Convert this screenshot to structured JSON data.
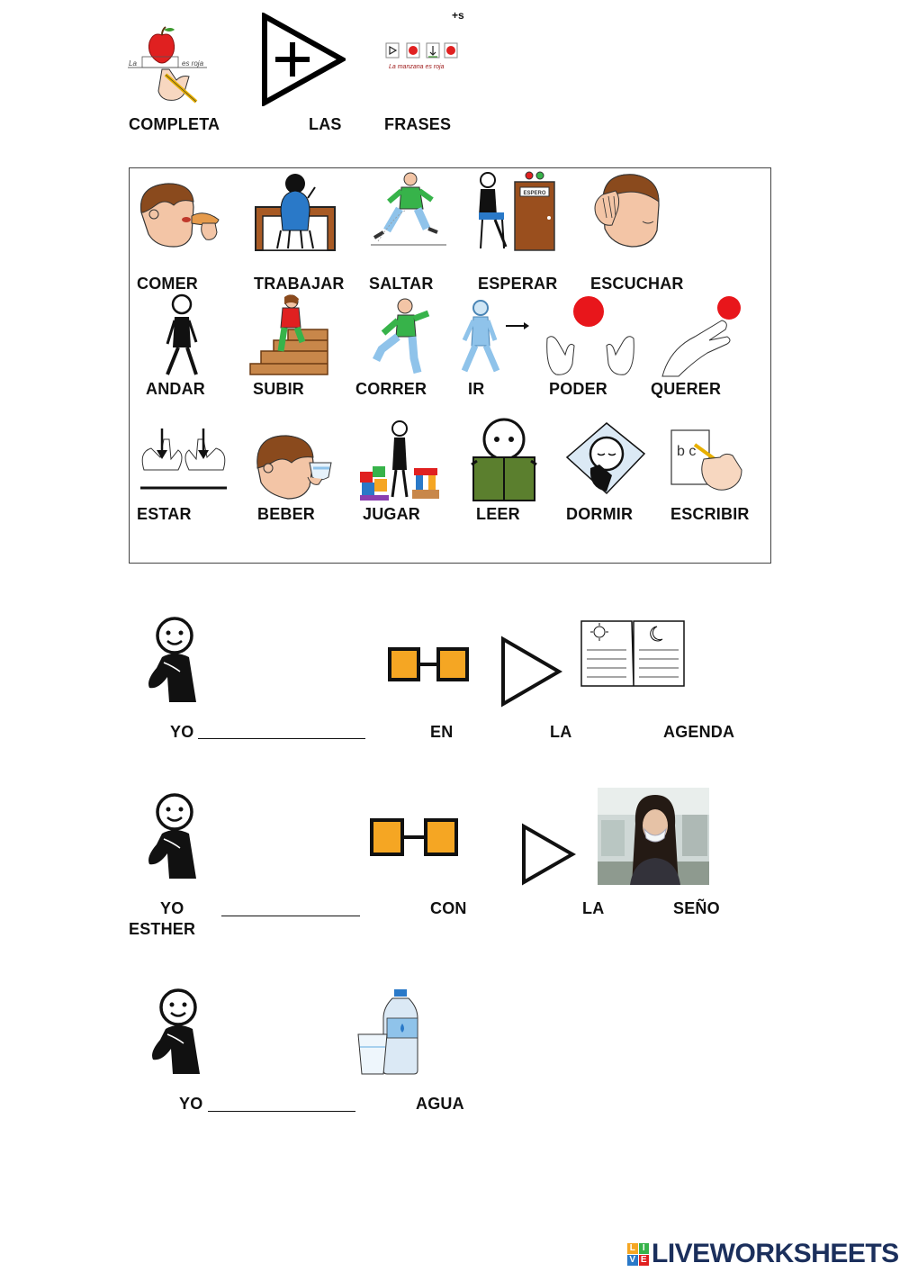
{
  "title": {
    "words": [
      "COMPLETA",
      "LAS",
      "FRASES"
    ],
    "plus_label": "+s"
  },
  "sample_sentence": {
    "handwritten": "La manzana es roja"
  },
  "vocabulary": [
    {
      "id": "comer",
      "label": "COMER"
    },
    {
      "id": "trabajar",
      "label": "TRABAJAR"
    },
    {
      "id": "saltar",
      "label": "SALTAR"
    },
    {
      "id": "esperar",
      "label": "ESPERAR",
      "door_sign": "ESPERO"
    },
    {
      "id": "escuchar",
      "label": "ESCUCHAR"
    },
    {
      "id": "andar",
      "label": "ANDAR"
    },
    {
      "id": "subir",
      "label": "SUBIR"
    },
    {
      "id": "correr",
      "label": "CORRER"
    },
    {
      "id": "ir",
      "label": "IR"
    },
    {
      "id": "poder",
      "label": "PODER"
    },
    {
      "id": "querer",
      "label": "QUERER"
    },
    {
      "id": "estar",
      "label": "ESTAR"
    },
    {
      "id": "beber",
      "label": "BEBER"
    },
    {
      "id": "jugar",
      "label": "JUGAR"
    },
    {
      "id": "leer",
      "label": "LEER"
    },
    {
      "id": "dormir",
      "label": "DORMIR"
    },
    {
      "id": "escribir",
      "label": "ESCRIBIR",
      "paper_letters": "b c"
    }
  ],
  "sentences": [
    {
      "words": [
        "YO",
        "EN",
        "LA",
        "AGENDA"
      ]
    },
    {
      "words": [
        "YO",
        "ESTHER",
        "CON",
        "LA",
        "SEÑO"
      ]
    },
    {
      "words": [
        "YO",
        "AGUA"
      ]
    }
  ],
  "watermark": {
    "text": "LIVEWORKSHEETS",
    "logo_letters": [
      "L",
      "I",
      "V",
      "E"
    ]
  },
  "colors": {
    "glasses": "#f5a623",
    "apple": "#e02020",
    "ball": "#e8161b",
    "book_green": "#5b7f2e",
    "door_brown": "#9a4f1e",
    "watermark_navy": "#1b2f5c",
    "shirt_green": "#37b34a",
    "jeans_blue": "#8fc3ea"
  }
}
